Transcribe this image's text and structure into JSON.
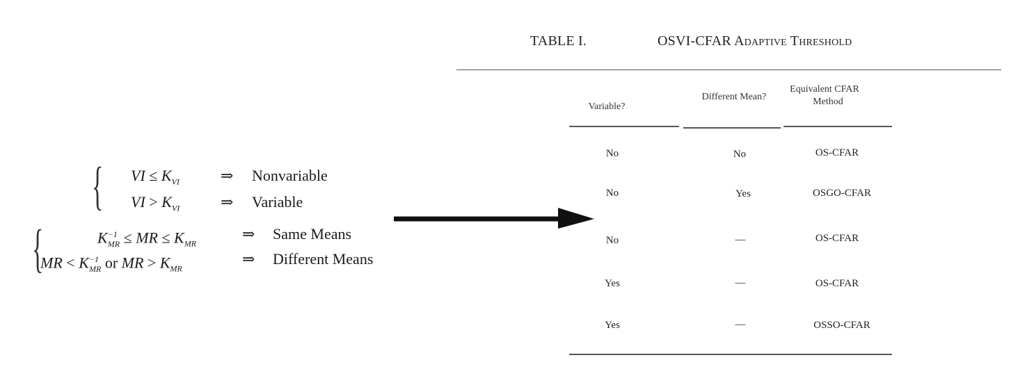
{
  "rules": {
    "group1": [
      {
        "lhs": "VI",
        "op": "≤",
        "rhs": "K",
        "rhs_sub": "VI",
        "arrow": "⇒",
        "result": "Nonvariable"
      },
      {
        "lhs": "VI",
        "op": ">",
        "rhs": "K",
        "rhs_sub": "VI",
        "arrow": "⇒",
        "result": "Variable"
      }
    ],
    "group2": [
      {
        "cond_a": "K",
        "cond_a_sub": "MR",
        "cond_a_sup": "−1",
        "op1": "≤",
        "mid": "MR",
        "op2": "≤",
        "cond_b": "K",
        "cond_b_sub": "MR",
        "arrow": "⇒",
        "result": "Same  Means"
      },
      {
        "lhs": "MR",
        "op1": "<",
        "cond_a": "K",
        "cond_a_sub": "MR",
        "cond_a_sup": "−1",
        "or": "or",
        "mid": "MR",
        "op2": ">",
        "cond_b": "K",
        "cond_b_sub": "MR",
        "arrow": "⇒",
        "result": "Different  Means"
      }
    ]
  },
  "table": {
    "label": "TABLE I.",
    "caption_first": "OSVI-CFAR A",
    "caption_sc1": "daptive",
    "caption_mid": " T",
    "caption_sc2": "hreshold",
    "headers": [
      "Variable?",
      "Different Mean?",
      "Equivalent CFAR",
      "Method"
    ],
    "rows": [
      [
        "No",
        "No",
        "OS-CFAR"
      ],
      [
        "No",
        "Yes",
        "OSGO-CFAR"
      ],
      [
        "No",
        "—",
        "OS-CFAR"
      ],
      [
        "Yes",
        "—",
        "OS-CFAR"
      ],
      [
        "Yes",
        "—",
        "OSSO-CFAR"
      ]
    ]
  }
}
